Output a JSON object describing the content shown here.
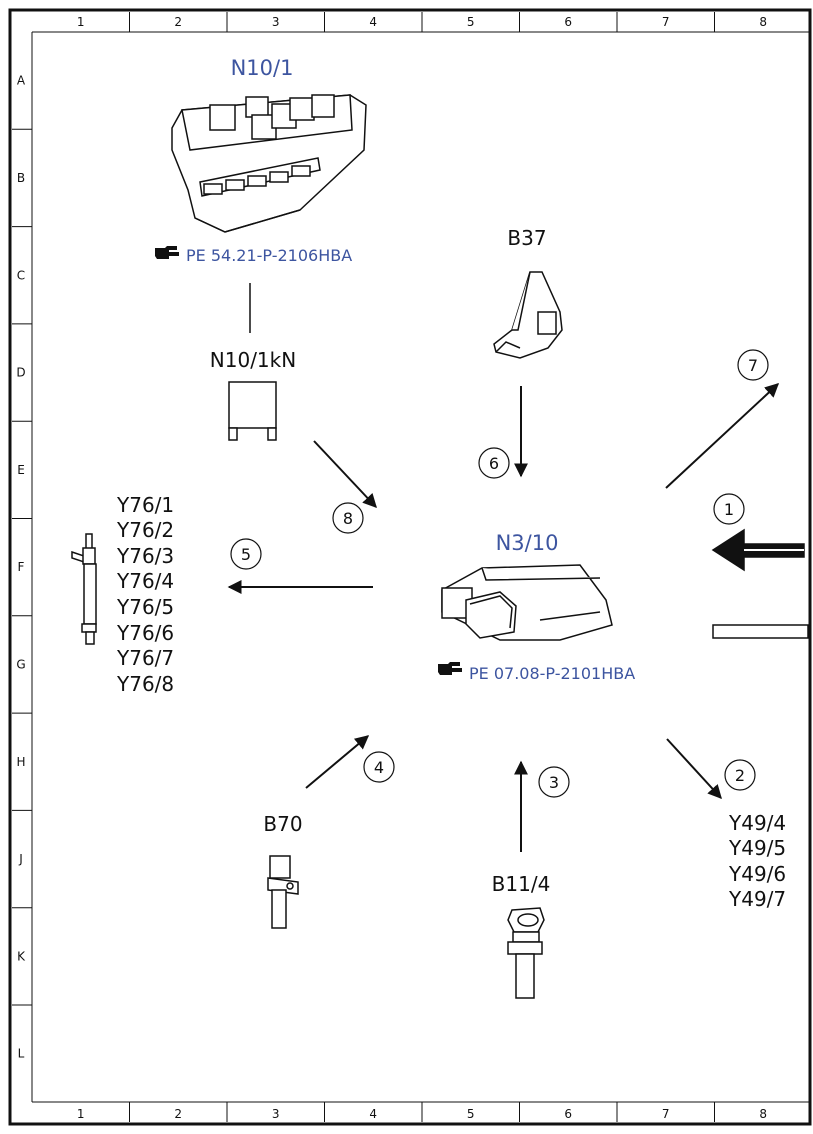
{
  "grid": {
    "columns": [
      "1",
      "2",
      "3",
      "4",
      "5",
      "6",
      "7",
      "8"
    ],
    "rows": [
      "A",
      "B",
      "C",
      "D",
      "E",
      "F",
      "G",
      "H",
      "J",
      "K",
      "L"
    ]
  },
  "colors": {
    "component_label": "#3d55a0",
    "line": "#111111"
  },
  "components": {
    "n10_1": {
      "label": "N10/1",
      "reference": "PE 54.21-P-2106HBA"
    },
    "n10_1kn": {
      "label": "N10/1kN"
    },
    "b37": {
      "label": "B37"
    },
    "n3_10": {
      "label": "N3/10",
      "reference": "PE 07.08-P-2101HBA"
    },
    "y76": {
      "labels": [
        "Y76/1",
        "Y76/2",
        "Y76/3",
        "Y76/4",
        "Y76/5",
        "Y76/6",
        "Y76/7",
        "Y76/8"
      ]
    },
    "b70": {
      "label": "B70"
    },
    "b11_4": {
      "label": "B11/4"
    },
    "y49": {
      "labels": [
        "Y49/4",
        "Y49/5",
        "Y49/6",
        "Y49/7"
      ]
    }
  },
  "arrows": [
    "1",
    "2",
    "3",
    "4",
    "5",
    "6",
    "7",
    "8"
  ],
  "icons": {
    "reference_pointer": "pointing-hand-icon"
  }
}
